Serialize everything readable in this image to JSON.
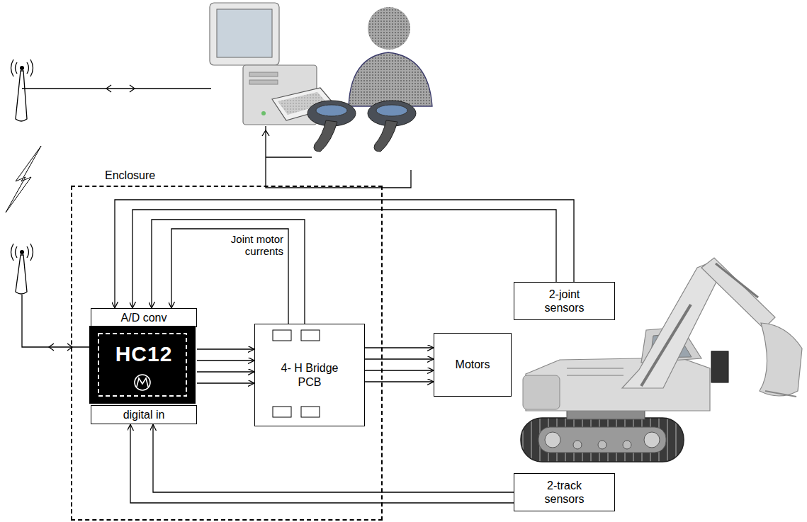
{
  "diagram": {
    "nodes": [
      {
        "text": [
          "Enclosure"
        ]
      },
      {
        "text": [
          "A/D conv"
        ],
        "in": 0
      },
      {
        "text": [
          "HC12"
        ],
        "in": 0
      },
      {
        "text": [
          "digital in"
        ],
        "in": 0
      },
      {
        "text": [
          "4- H Bridge PCB"
        ],
        "in": 0
      },
      {
        "text": [
          "Motors"
        ]
      },
      {
        "text": [
          "2-joint sensors"
        ]
      },
      {
        "text": [
          "2-track sensors"
        ]
      }
    ],
    "edges": [
      {
        "from": 2,
        "to": 4,
        "arrow": "to"
      },
      {
        "from": 2,
        "to": 4,
        "arrow": "to"
      },
      {
        "from": 2,
        "to": 4,
        "arrow": "to"
      },
      {
        "from": 2,
        "to": 4,
        "arrow": "to"
      },
      {
        "from": 4,
        "to": 5,
        "arrow": "to"
      },
      {
        "from": 4,
        "to": 5,
        "arrow": "to"
      },
      {
        "from": 4,
        "to": 5,
        "arrow": "to"
      },
      {
        "from": 4,
        "to": 5,
        "arrow": "to"
      },
      {
        "from": 6,
        "to": 1,
        "arrow": "to"
      },
      {
        "from": 6,
        "to": 1,
        "arrow": "to"
      },
      {
        "from": 4,
        "to": 1,
        "arrow": "to",
        "label": "Joint motor currents"
      },
      {
        "from": 4,
        "to": 1,
        "arrow": "to"
      },
      {
        "from": 7,
        "to": 3,
        "arrow": "to"
      },
      {
        "from": 7,
        "to": 3,
        "arrow": "to"
      }
    ]
  }
}
